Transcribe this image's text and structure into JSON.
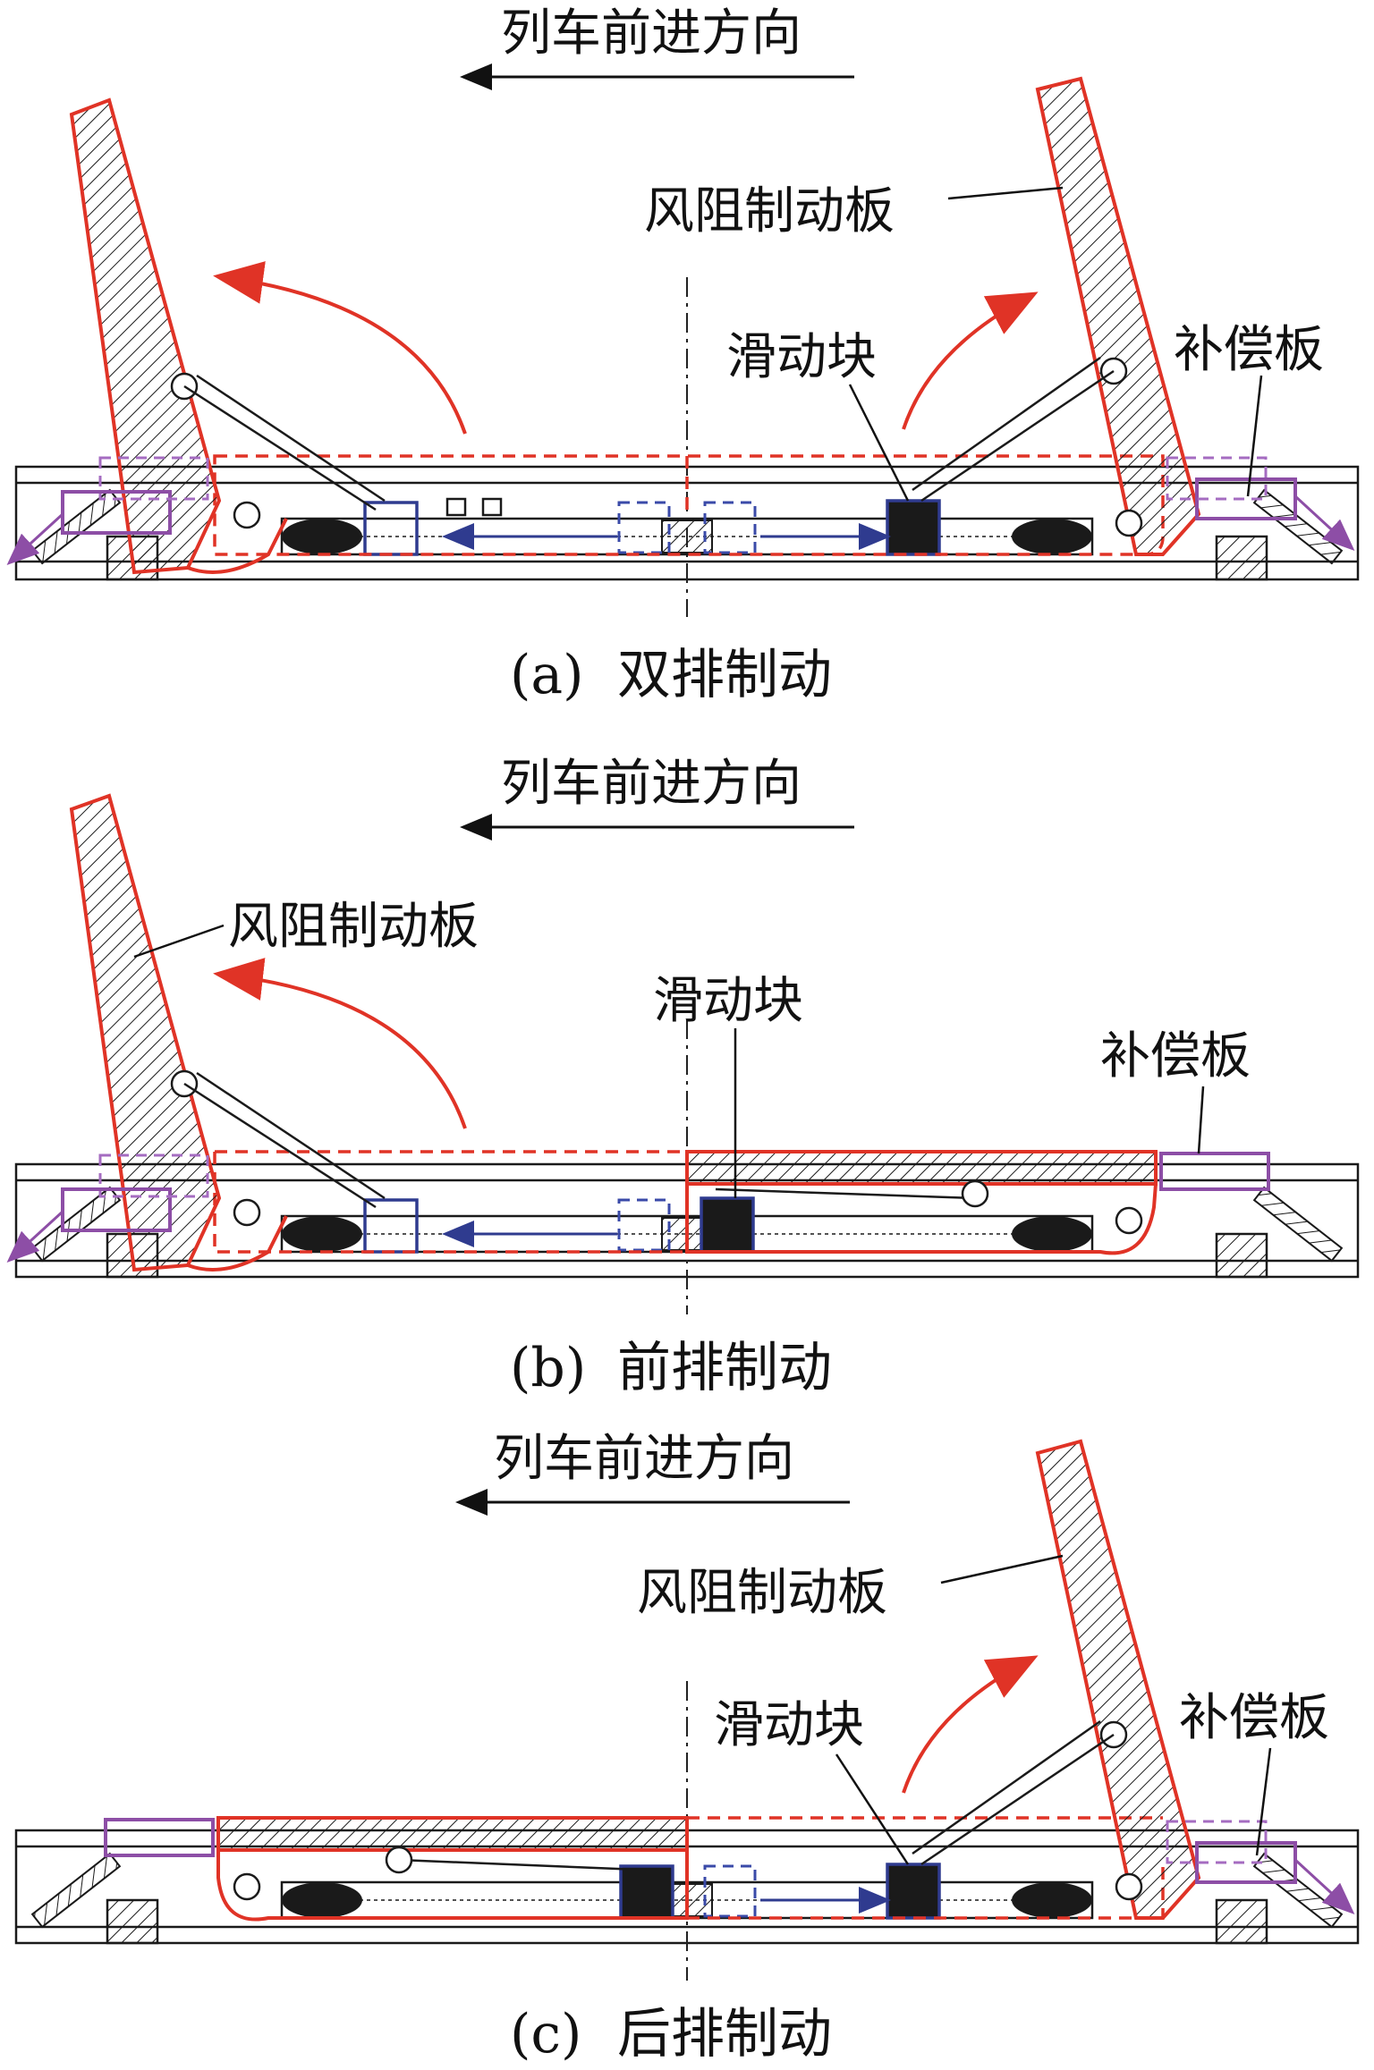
{
  "panels": [
    {
      "caption_letter": "(a)",
      "caption_text": "双排制动",
      "direction_label": "列车前进方向",
      "labels": {
        "panel": "风阻制动板",
        "slider": "滑动块",
        "comp": "补偿板"
      }
    },
    {
      "caption_letter": "(b)",
      "caption_text": "前排制动",
      "direction_label": "列车前进方向",
      "labels": {
        "panel": "风阻制动板",
        "slider": "滑动块",
        "comp": "补偿板"
      }
    },
    {
      "caption_letter": "(c)",
      "caption_text": "后排制动",
      "direction_label": "列车前进方向",
      "labels": {
        "panel": "风阻制动板",
        "slider": "滑动块",
        "comp": "补偿板"
      }
    }
  ],
  "colors": {
    "braking_panel_outline": "#e03326",
    "slider_outline": "#2f3b8f",
    "compensation_plate_outline": "#8d4ea6",
    "line": "#1a1a1a"
  }
}
